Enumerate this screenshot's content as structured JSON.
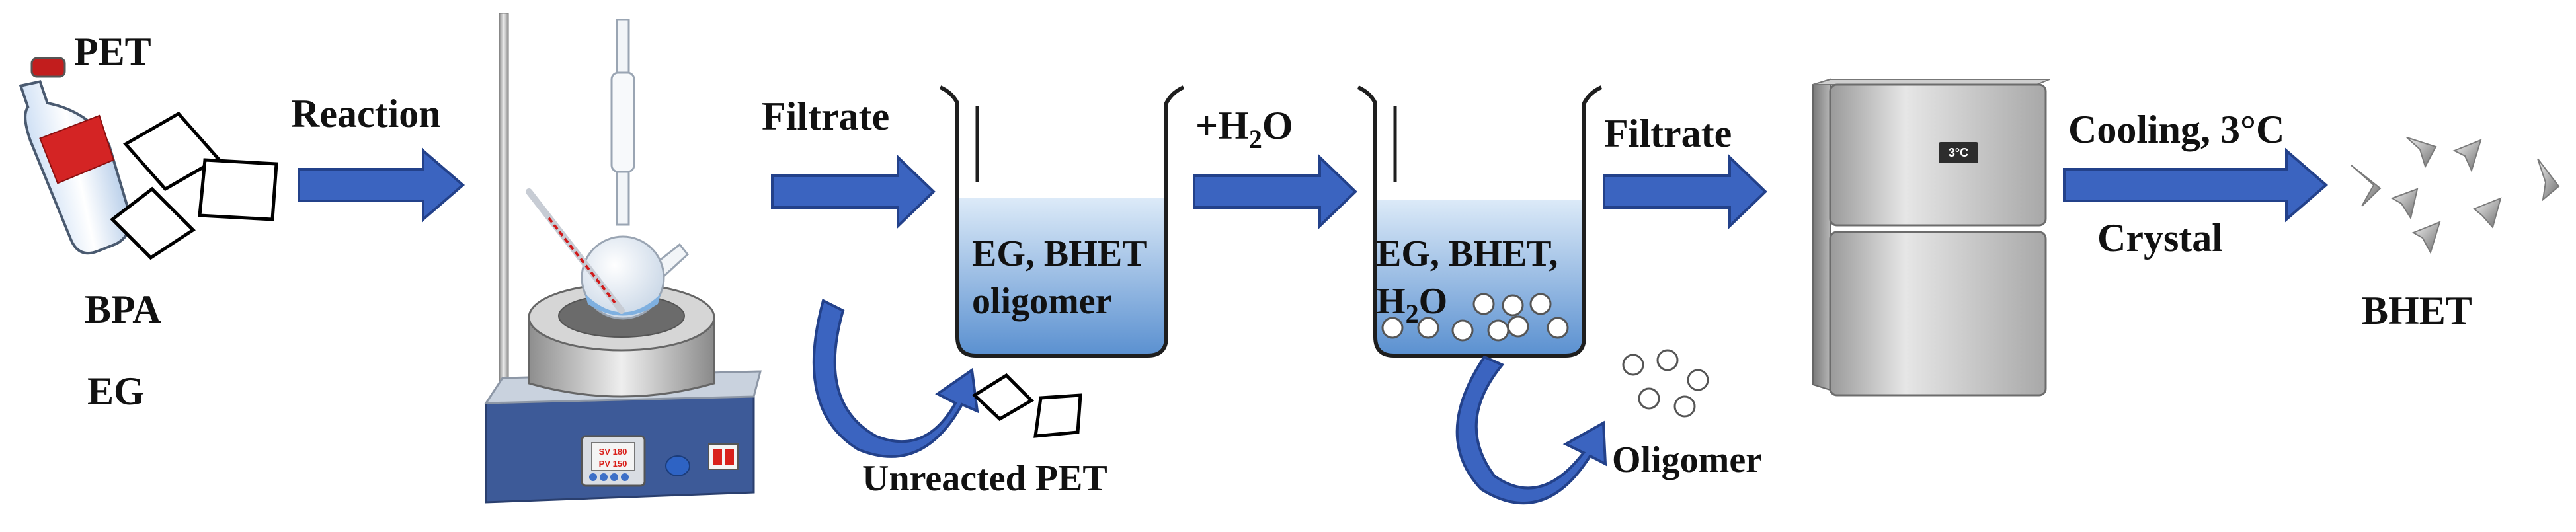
{
  "inputs": {
    "pet": "PET",
    "bpa": "BPA",
    "eg": "EG"
  },
  "steps": {
    "reaction": "Reaction",
    "filtrate_1": "Filtrate",
    "water_prefix": "+H",
    "water_sub": "2",
    "water_suffix": "O",
    "filtrate_2": "Filtrate",
    "cooling": "Cooling, 3°C",
    "crystal": "Crystal"
  },
  "beaker_1": {
    "line_1": "EG, BHET",
    "line_2": "oligomer",
    "byproduct": "Unreacted PET"
  },
  "beaker_2": {
    "line_1": "EG, BHET,",
    "line_2_prefix": "H",
    "line_2_sub": "2",
    "line_2_suffix": "O",
    "byproduct": "Oligomer"
  },
  "hotplate": {
    "sv": "SV 180",
    "pv": "PV 150"
  },
  "fridge": {
    "display": "3°C"
  },
  "product": "BHET",
  "colors": {
    "arrow_fill": "#3b64c0",
    "arrow_stroke": "#23418a",
    "liquid_top": "#d9e8f7",
    "liquid_bottom": "#5e94d2",
    "hotplate_base": "#3d5a98",
    "display_text": "#d9201a"
  }
}
